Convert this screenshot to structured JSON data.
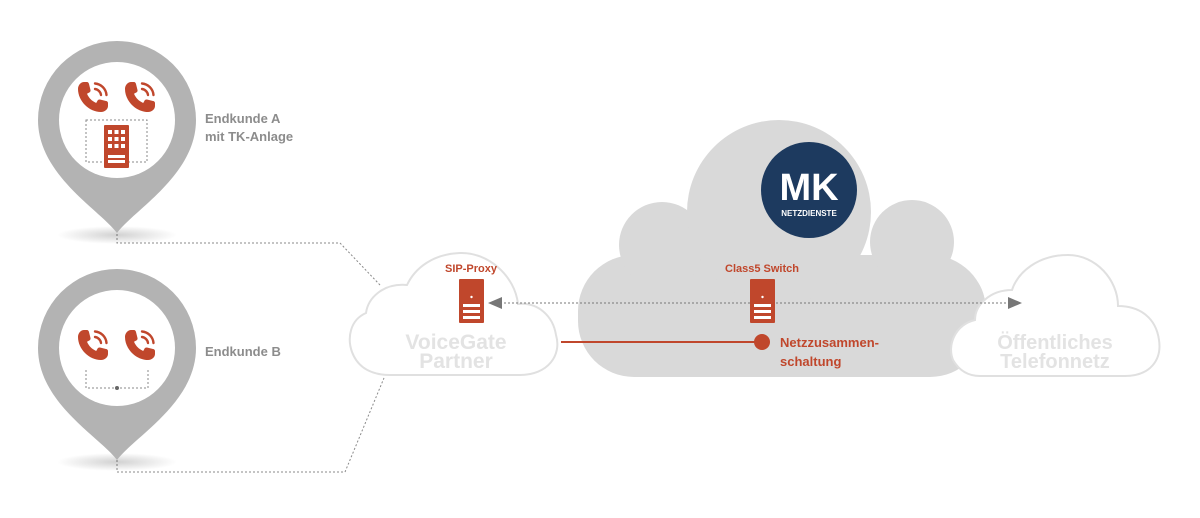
{
  "customer_a": {
    "label_line1": "Endkunde A",
    "label_line2": "mit TK-Anlage"
  },
  "customer_b": {
    "label": "Endkunde B"
  },
  "sip_proxy": {
    "label": "SIP-Proxy"
  },
  "partner_cloud": {
    "line1": "VoiceGate",
    "line2": "Partner"
  },
  "provider_cloud": {
    "logo_main": "MK",
    "logo_sub": "NETZDIENSTE"
  },
  "class5_switch": {
    "label": "Class5 Switch"
  },
  "interconnection": {
    "line1": "Netzzusammen-",
    "line2": "schaltung"
  },
  "public_network": {
    "line1": "Öffentliches",
    "line2": "Telefonnetz"
  },
  "colors": {
    "accent": "#c0472c",
    "pin_gray": "#b3b3b3",
    "cloud_gray": "#d9d9d9",
    "outline_gray": "#e0e0e0",
    "text_gray": "#8c8c8c",
    "logo_navy": "#1d3a5f"
  },
  "icons": {
    "phone": "phone-icon",
    "pbx": "pbx-icon",
    "server": "server-icon"
  }
}
